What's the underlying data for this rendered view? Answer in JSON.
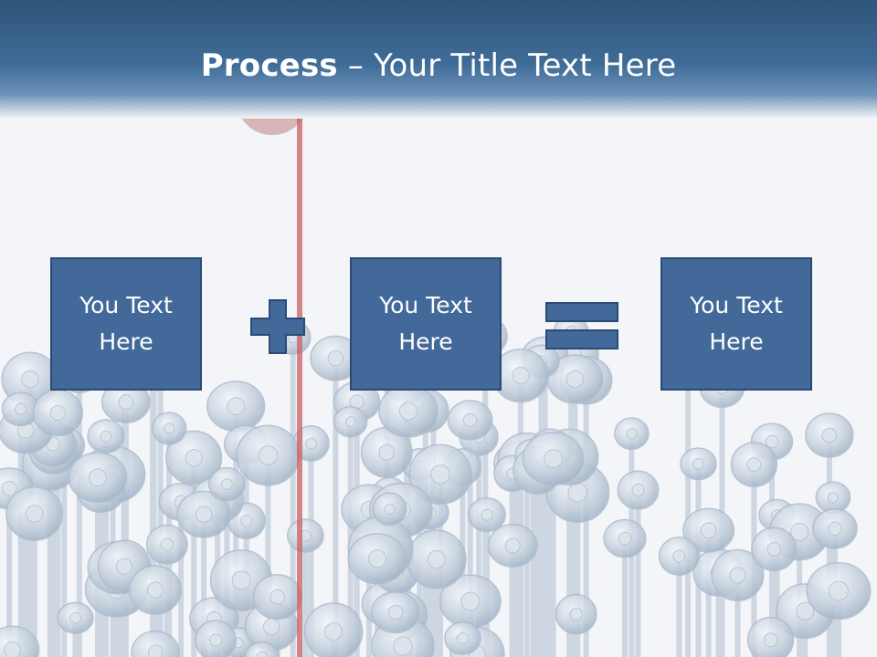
{
  "slide": {
    "title_bold": "Process",
    "title_rest": " – Your Title Text Here"
  },
  "process": {
    "boxes": [
      {
        "text": "You Text Here"
      },
      {
        "text": "You Text Here"
      },
      {
        "text": "You Text Here"
      }
    ],
    "operators": [
      "plus-sign",
      "equals-sign"
    ]
  },
  "colors": {
    "header": "#3f6c98",
    "box_fill": "#42699a",
    "box_border": "#2a4b73",
    "background": "#f3f5f8"
  }
}
